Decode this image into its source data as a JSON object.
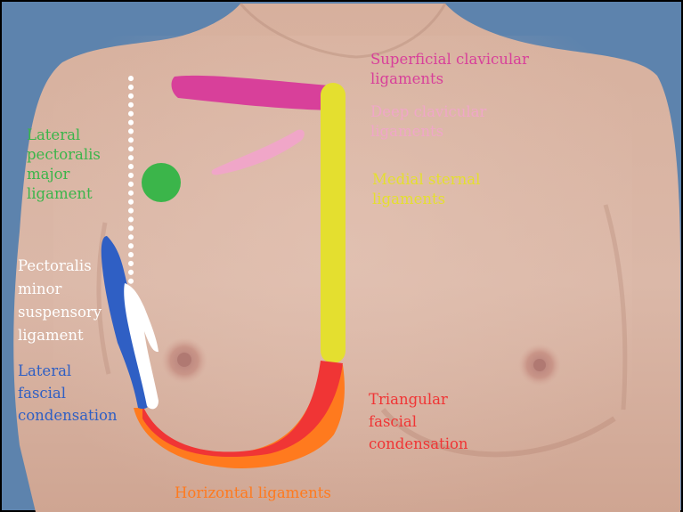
{
  "labels": {
    "superficial_clavicular": [
      "Superficial clavicular",
      "ligaments"
    ],
    "deep_clavicular": [
      "Deep clavicular",
      "ligaments"
    ],
    "lateral_pectoralis_major": [
      "Lateral",
      "pectoralis",
      "major",
      "ligament"
    ],
    "medial_sternal": [
      "Medial sternal",
      "ligaments"
    ],
    "pectoralis_minor_suspensory": [
      "Pectoralis",
      "minor",
      "suspensory",
      "ligament"
    ],
    "lateral_fascial_condensation": [
      "Lateral",
      "fascial",
      "condensation"
    ],
    "triangular_fascial_condensation": [
      "Triangular",
      "fascial",
      "condensation"
    ],
    "horizontal_ligaments": "Horizontal ligaments"
  },
  "colors": {
    "superficial_clavicular": "#d8409a",
    "deep_clavicular": "#f0a6c8",
    "lateral_pectoralis_major": "#3bb54a",
    "medial_sternal": "#e4df2f",
    "pectoralis_minor_suspensory": "#ffffff",
    "lateral_fascial_condensation": "#2f5fc4",
    "triangular_fascial_condensation": "#f03535",
    "horizontal_ligaments": "#ff7a1e",
    "background": "#5d83ad",
    "skin": "#d9b3a2"
  }
}
